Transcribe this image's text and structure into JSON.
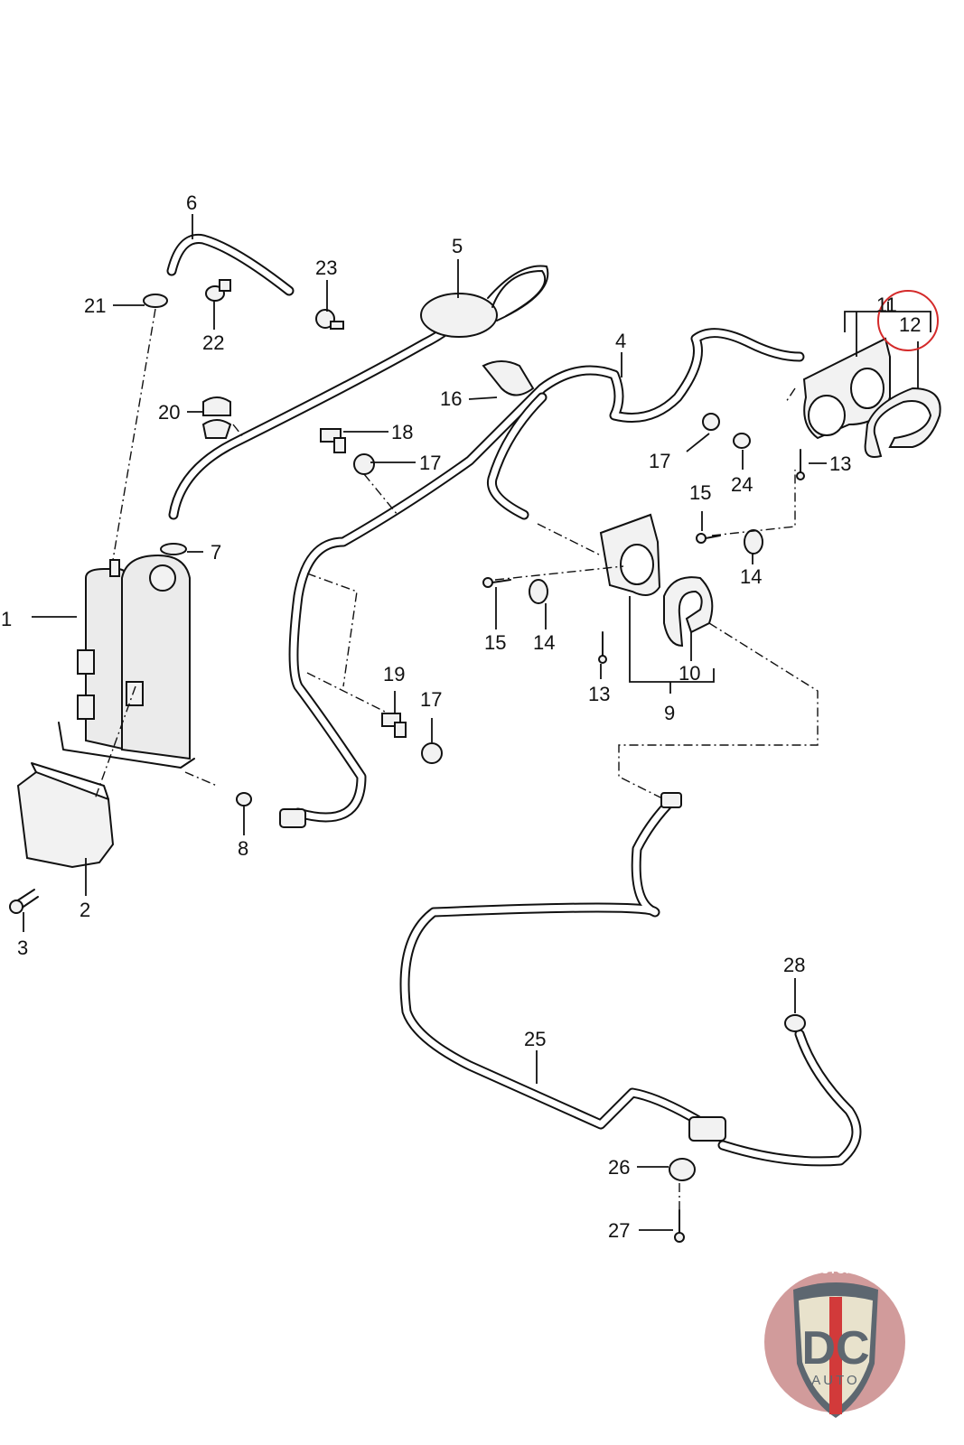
{
  "diagram": {
    "title": "Evaporative emission canister and vent hose system",
    "highlight": {
      "label": "12",
      "color": "#d42a2a"
    },
    "callouts": [
      {
        "id": "c1",
        "label": "1"
      },
      {
        "id": "c2",
        "label": "2"
      },
      {
        "id": "c3",
        "label": "3"
      },
      {
        "id": "c4",
        "label": "4"
      },
      {
        "id": "c5",
        "label": "5"
      },
      {
        "id": "c6",
        "label": "6"
      },
      {
        "id": "c7",
        "label": "7"
      },
      {
        "id": "c8",
        "label": "8"
      },
      {
        "id": "c9",
        "label": "9"
      },
      {
        "id": "c10",
        "label": "10"
      },
      {
        "id": "c11",
        "label": "11"
      },
      {
        "id": "c12",
        "label": "12"
      },
      {
        "id": "c13a",
        "label": "13"
      },
      {
        "id": "c13b",
        "label": "13"
      },
      {
        "id": "c14a",
        "label": "14"
      },
      {
        "id": "c14b",
        "label": "14"
      },
      {
        "id": "c15a",
        "label": "15"
      },
      {
        "id": "c15b",
        "label": "15"
      },
      {
        "id": "c16",
        "label": "16"
      },
      {
        "id": "c17a",
        "label": "17"
      },
      {
        "id": "c17b",
        "label": "17"
      },
      {
        "id": "c17c",
        "label": "17"
      },
      {
        "id": "c18",
        "label": "18"
      },
      {
        "id": "c19",
        "label": "19"
      },
      {
        "id": "c20",
        "label": "20"
      },
      {
        "id": "c21",
        "label": "21"
      },
      {
        "id": "c22",
        "label": "22"
      },
      {
        "id": "c23",
        "label": "23"
      },
      {
        "id": "c24",
        "label": "24"
      },
      {
        "id": "c25",
        "label": "25"
      },
      {
        "id": "c26",
        "label": "26"
      },
      {
        "id": "c27",
        "label": "27"
      },
      {
        "id": "c28",
        "label": "28"
      }
    ]
  },
  "logo": {
    "site": "DCAUTO.COM",
    "mark": "DC",
    "sub": "AUTO",
    "colors": {
      "ring": "#c98a8a",
      "shield": "#e8e2cc",
      "stripe": "#d23a3a",
      "letters": "#5d6770"
    }
  }
}
